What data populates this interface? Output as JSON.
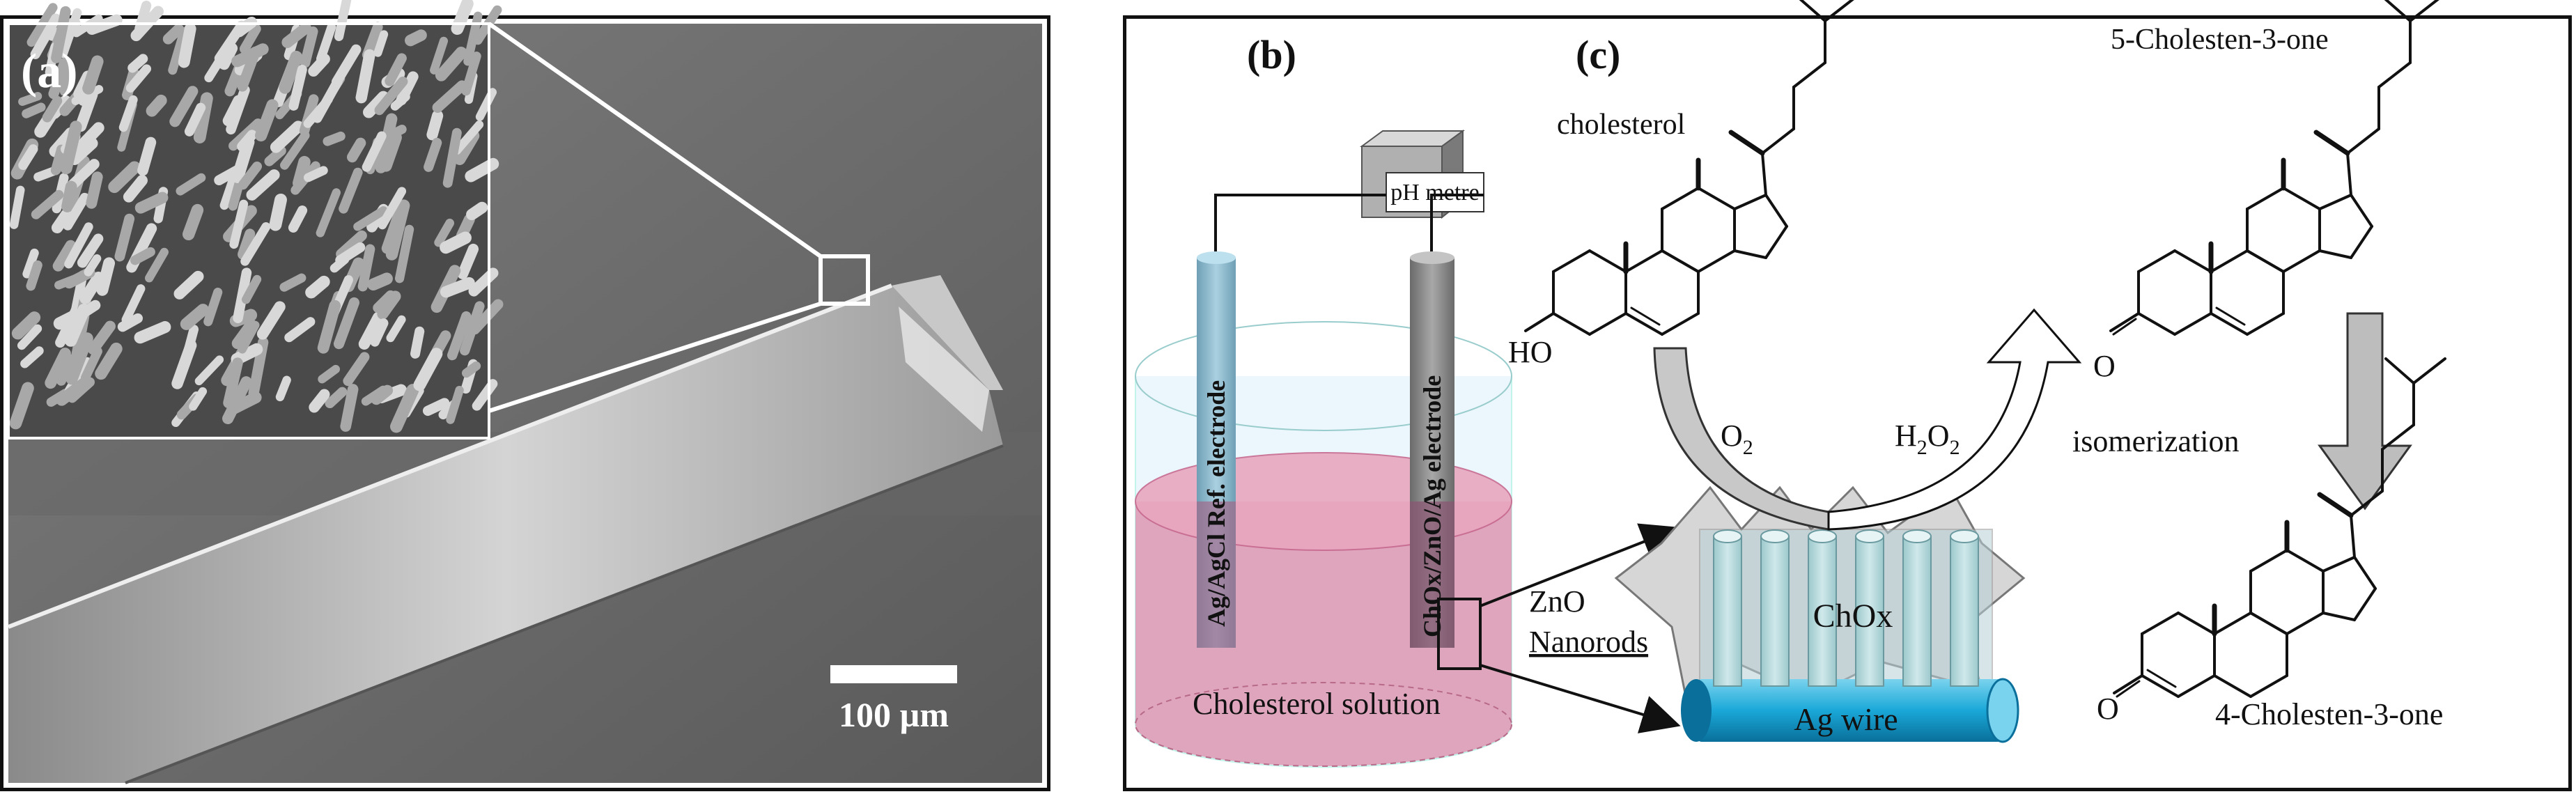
{
  "figure": {
    "panel_a": {
      "label": "(a)",
      "scale_bar": "100 µm"
    },
    "panel_b": {
      "label": "(b)",
      "meter": "pH metre",
      "ref_electrode": "Ag/AgCl Ref. electrode",
      "work_electrode": "ChOx/ZnO/Ag electrode",
      "solution": "Cholesterol solution",
      "nanorods_line1": "ZnO",
      "nanorods_line2": "Nanorods",
      "enzyme": "ChOx",
      "wire": "Ag wire"
    },
    "panel_c": {
      "label": "(c)",
      "cholesterol": "cholesterol",
      "cholesterol_oh": "HO",
      "reactant_o2": "O",
      "reactant_o2_sub": "2",
      "product_h2o2_a": "H",
      "product_h2o2_sub1": "2",
      "product_h2o2_b": "O",
      "product_h2o2_sub2": "2",
      "cholestenone5": "5-Cholesten-3-one",
      "cholestenone5_o": "O",
      "isomerization": "isomerization",
      "cholestenone4": "4-Cholesten-3-one",
      "cholestenone4_o": "O"
    }
  }
}
